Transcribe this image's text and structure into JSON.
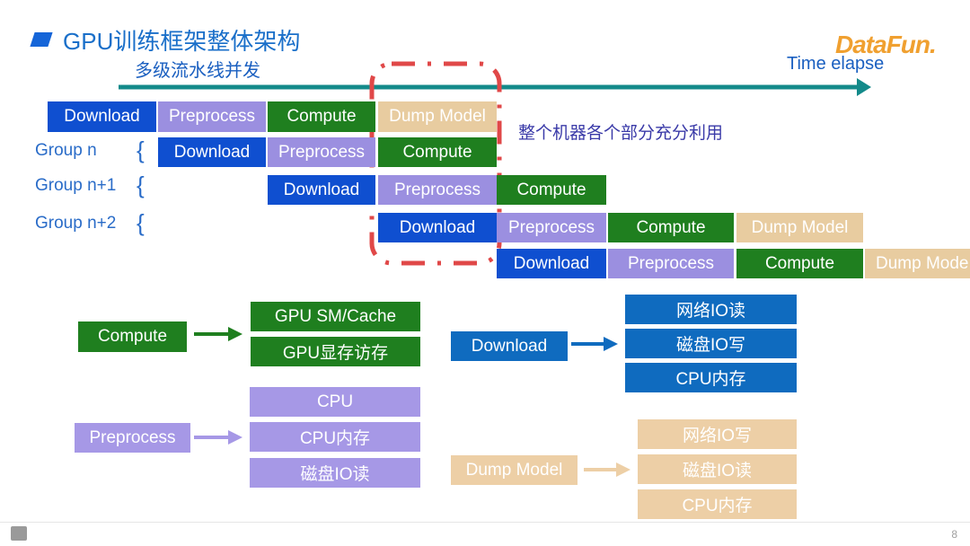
{
  "header": {
    "title": "GPU训练框架整体架构",
    "subtitle": "多级流水线并发",
    "time_label": "Time elapse",
    "logo": "DataFun."
  },
  "pipeline": {
    "row0": [
      "Download",
      "Preprocess",
      "Compute",
      "Dump Model"
    ],
    "group_n": {
      "label": "Group n",
      "stages": [
        "Download",
        "Preprocess",
        "Compute"
      ]
    },
    "group_n1": {
      "label": "Group n+1",
      "stages": [
        "Download",
        "Preprocess",
        "Compute"
      ]
    },
    "group_n2": {
      "label": "Group n+2",
      "stages": [
        "Download",
        "Preprocess",
        "Compute",
        "Dump Model"
      ]
    },
    "row4": [
      "Download",
      "Preprocess",
      "Compute",
      "Dump Mode"
    ],
    "highlight_note": "整个机器各个部分充分利用"
  },
  "legend": {
    "compute": {
      "label": "Compute",
      "items": [
        "GPU SM/Cache",
        "GPU显存访存"
      ]
    },
    "download": {
      "label": "Download",
      "items": [
        "网络IO读",
        "磁盘IO写",
        "CPU内存"
      ]
    },
    "preprocess": {
      "label": "Preprocess",
      "items": [
        "CPU",
        "CPU内存",
        "磁盘IO读"
      ]
    },
    "dump": {
      "label": "Dump Model",
      "items": [
        "网络IO写",
        "磁盘IO读",
        "CPU内存"
      ]
    }
  },
  "footer": {
    "page_number": "8"
  },
  "colors": {
    "download": "#0f4fd0",
    "preprocess": "#9b8fe0",
    "compute": "#1f7f1f",
    "dump_model": "#e8cca0",
    "timeline": "#138a8a",
    "highlight": "#e04848"
  }
}
